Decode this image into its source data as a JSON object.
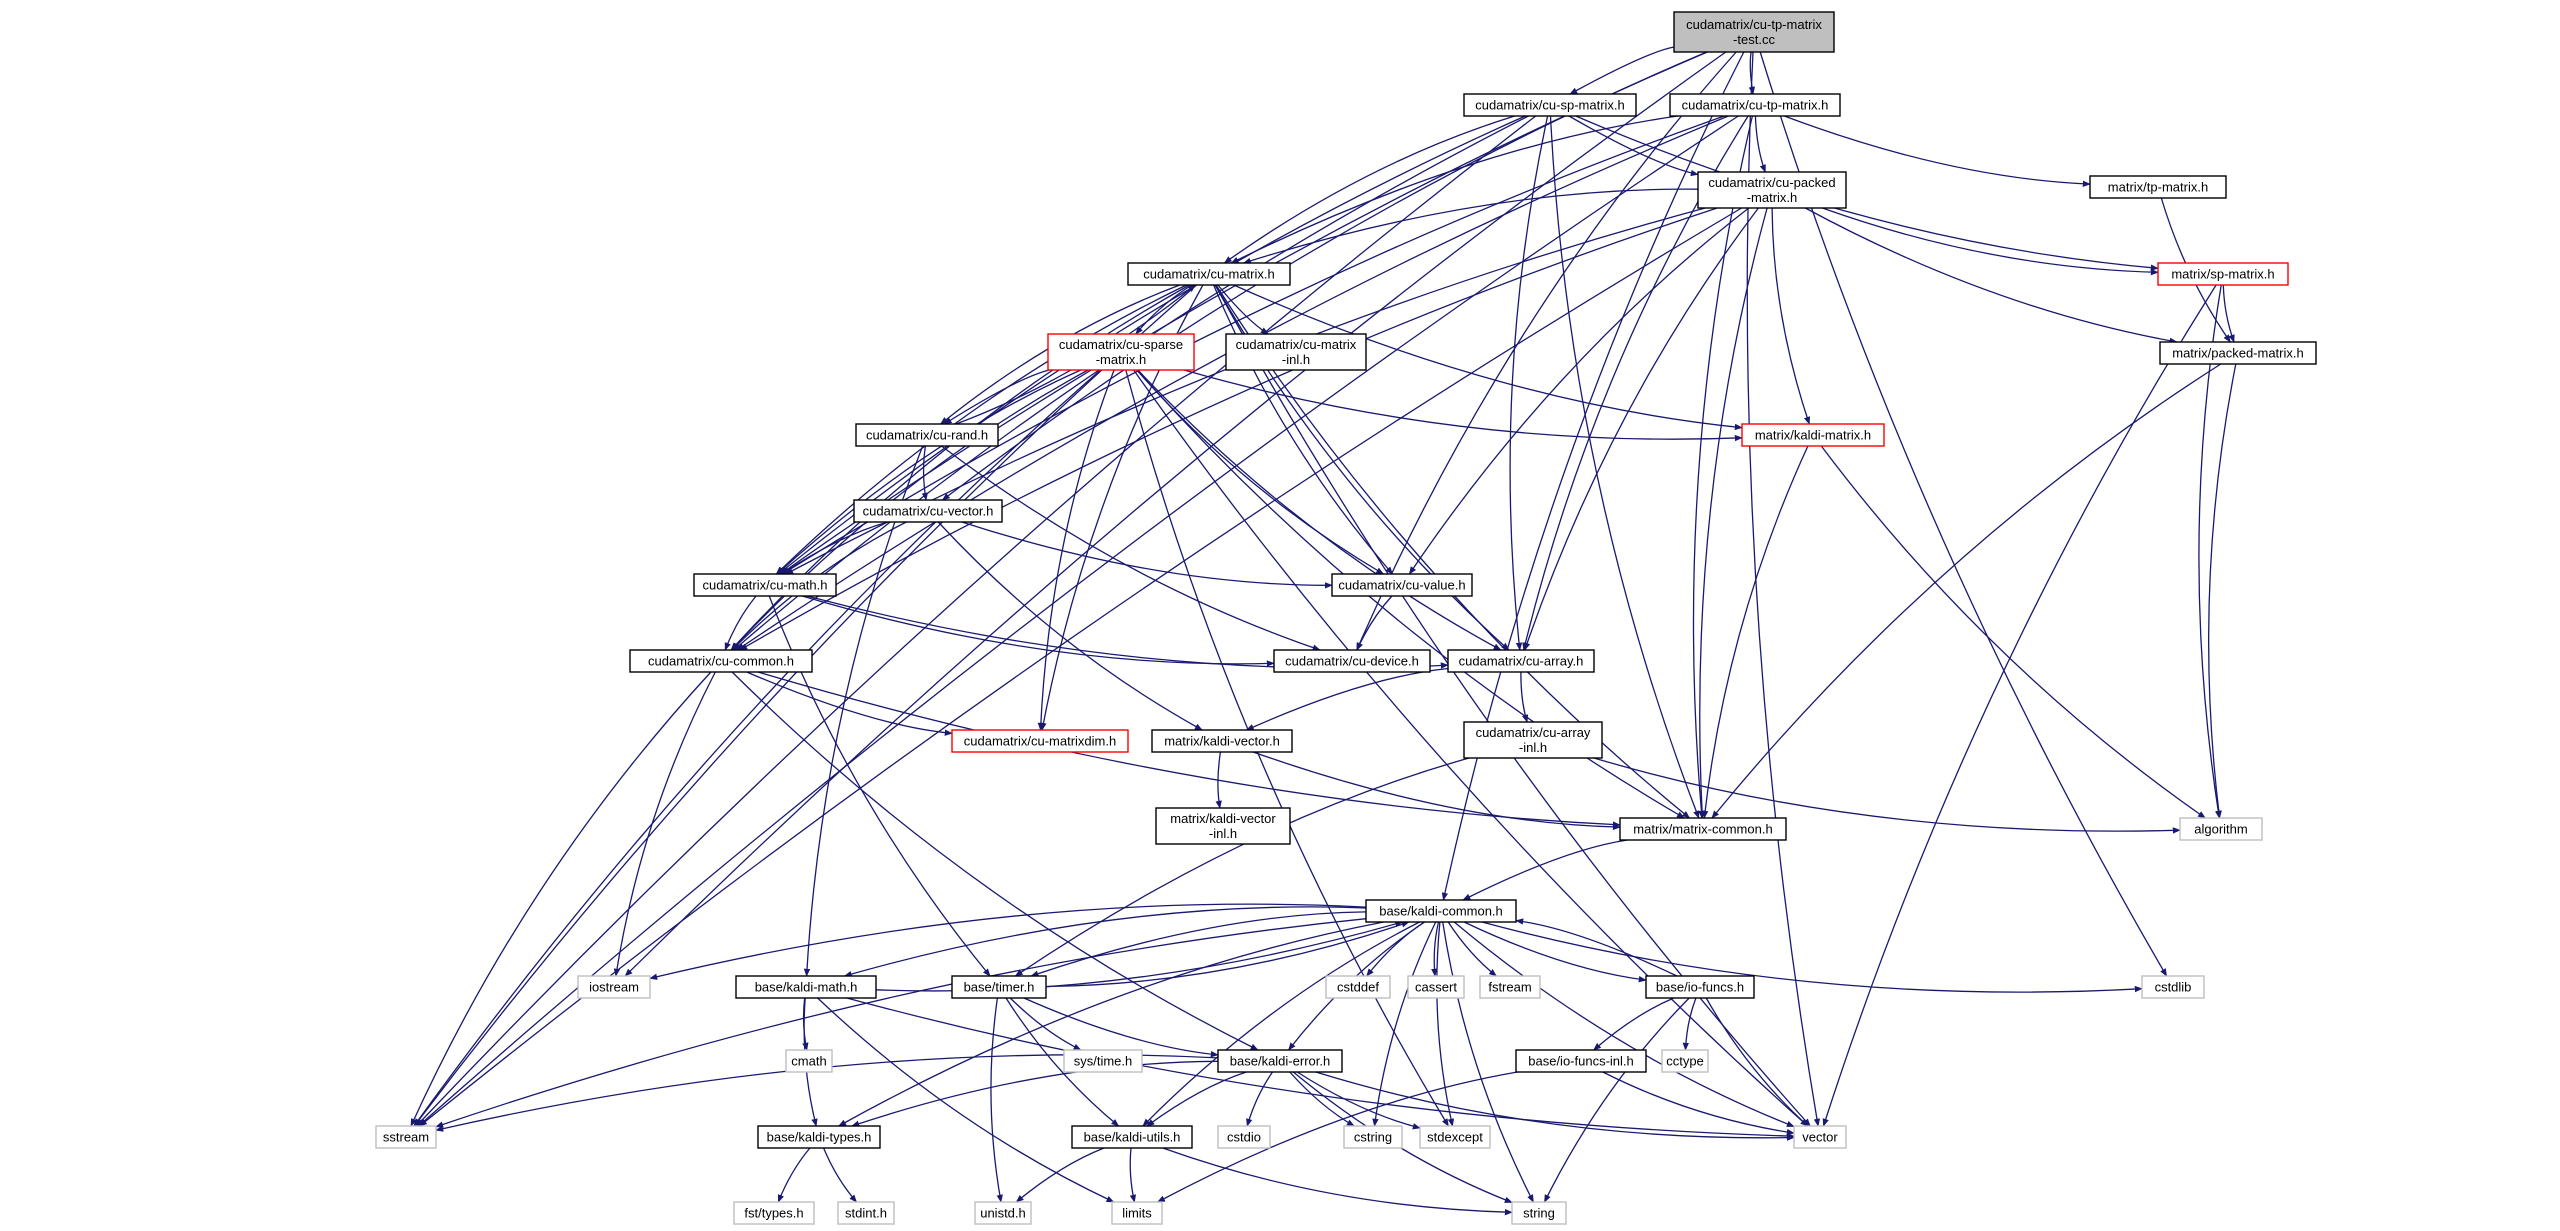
{
  "colors": {
    "edge": "#191970",
    "normal_border": "#000000",
    "missing_border": "#bfbfbf",
    "truncated_border": "#ff0000",
    "root_fill": "#bfbfbf",
    "fill": "#ffffff"
  },
  "nodes": {
    "root": {
      "lines": [
        "cudamatrix/cu-tp-matrix",
        "-test.cc"
      ],
      "kind": "root"
    },
    "cu_sp": {
      "lines": [
        "cudamatrix/cu-sp-matrix.h"
      ],
      "kind": "normal"
    },
    "cu_tp": {
      "lines": [
        "cudamatrix/cu-tp-matrix.h"
      ],
      "kind": "normal"
    },
    "cu_packed": {
      "lines": [
        "cudamatrix/cu-packed",
        "-matrix.h"
      ],
      "kind": "normal"
    },
    "tp_matrix": {
      "lines": [
        "matrix/tp-matrix.h"
      ],
      "kind": "normal"
    },
    "cu_matrix": {
      "lines": [
        "cudamatrix/cu-matrix.h"
      ],
      "kind": "normal"
    },
    "sp_matrix": {
      "lines": [
        "matrix/sp-matrix.h"
      ],
      "kind": "truncated"
    },
    "cu_sparse": {
      "lines": [
        "cudamatrix/cu-sparse",
        "-matrix.h"
      ],
      "kind": "truncated"
    },
    "cu_matrix_inl": {
      "lines": [
        "cudamatrix/cu-matrix",
        "-inl.h"
      ],
      "kind": "normal"
    },
    "packed_matrix": {
      "lines": [
        "matrix/packed-matrix.h"
      ],
      "kind": "normal"
    },
    "cu_rand": {
      "lines": [
        "cudamatrix/cu-rand.h"
      ],
      "kind": "normal"
    },
    "kaldi_matrix": {
      "lines": [
        "matrix/kaldi-matrix.h"
      ],
      "kind": "truncated"
    },
    "cu_vector": {
      "lines": [
        "cudamatrix/cu-vector.h"
      ],
      "kind": "normal"
    },
    "cu_math": {
      "lines": [
        "cudamatrix/cu-math.h"
      ],
      "kind": "normal"
    },
    "cu_value": {
      "lines": [
        "cudamatrix/cu-value.h"
      ],
      "kind": "normal"
    },
    "cu_common": {
      "lines": [
        "cudamatrix/cu-common.h"
      ],
      "kind": "normal"
    },
    "cu_device": {
      "lines": [
        "cudamatrix/cu-device.h"
      ],
      "kind": "normal"
    },
    "cu_array": {
      "lines": [
        "cudamatrix/cu-array.h"
      ],
      "kind": "normal"
    },
    "cu_array_inl": {
      "lines": [
        "cudamatrix/cu-array",
        "-inl.h"
      ],
      "kind": "normal"
    },
    "cu_matrixdim": {
      "lines": [
        "cudamatrix/cu-matrixdim.h"
      ],
      "kind": "truncated"
    },
    "kaldi_vector": {
      "lines": [
        "matrix/kaldi-vector.h"
      ],
      "kind": "normal"
    },
    "kaldi_vector_inl": {
      "lines": [
        "matrix/kaldi-vector",
        "-inl.h"
      ],
      "kind": "normal"
    },
    "matrix_common": {
      "lines": [
        "matrix/matrix-common.h"
      ],
      "kind": "normal"
    },
    "algorithm": {
      "lines": [
        "algorithm"
      ],
      "kind": "missing"
    },
    "kaldi_common": {
      "lines": [
        "base/kaldi-common.h"
      ],
      "kind": "normal"
    },
    "iostream": {
      "lines": [
        "iostream"
      ],
      "kind": "missing"
    },
    "kaldi_math": {
      "lines": [
        "base/kaldi-math.h"
      ],
      "kind": "normal"
    },
    "timer": {
      "lines": [
        "base/timer.h"
      ],
      "kind": "normal"
    },
    "cstddef": {
      "lines": [
        "cstddef"
      ],
      "kind": "missing"
    },
    "cassert": {
      "lines": [
        "cassert"
      ],
      "kind": "missing"
    },
    "fstream": {
      "lines": [
        "fstream"
      ],
      "kind": "missing"
    },
    "io_funcs": {
      "lines": [
        "base/io-funcs.h"
      ],
      "kind": "normal"
    },
    "cstdlib": {
      "lines": [
        "cstdlib"
      ],
      "kind": "missing"
    },
    "cmath": {
      "lines": [
        "cmath"
      ],
      "kind": "missing"
    },
    "sys_time": {
      "lines": [
        "sys/time.h"
      ],
      "kind": "missing"
    },
    "io_funcs_inl": {
      "lines": [
        "base/io-funcs-inl.h"
      ],
      "kind": "normal"
    },
    "cctype": {
      "lines": [
        "cctype"
      ],
      "kind": "missing"
    },
    "kaldi_error": {
      "lines": [
        "base/kaldi-error.h"
      ],
      "kind": "normal"
    },
    "sstream": {
      "lines": [
        "sstream"
      ],
      "kind": "missing"
    },
    "kaldi_types": {
      "lines": [
        "base/kaldi-types.h"
      ],
      "kind": "normal"
    },
    "kaldi_utils": {
      "lines": [
        "base/kaldi-utils.h"
      ],
      "kind": "normal"
    },
    "cstdio": {
      "lines": [
        "cstdio"
      ],
      "kind": "missing"
    },
    "cstring": {
      "lines": [
        "cstring"
      ],
      "kind": "missing"
    },
    "stdexcept": {
      "lines": [
        "stdexcept"
      ],
      "kind": "missing"
    },
    "vector": {
      "lines": [
        "vector"
      ],
      "kind": "missing"
    },
    "fst_types": {
      "lines": [
        "fst/types.h"
      ],
      "kind": "missing"
    },
    "stdint": {
      "lines": [
        "stdint.h"
      ],
      "kind": "missing"
    },
    "unistd": {
      "lines": [
        "unistd.h"
      ],
      "kind": "missing"
    },
    "limits": {
      "lines": [
        "limits"
      ],
      "kind": "missing"
    },
    "string": {
      "lines": [
        "string"
      ],
      "kind": "missing"
    }
  },
  "edges": [
    [
      "root",
      "cu_sp"
    ],
    [
      "root",
      "cu_tp"
    ],
    [
      "root",
      "cu_vector"
    ],
    [
      "root",
      "cu_math"
    ],
    [
      "root",
      "iostream"
    ],
    [
      "root",
      "cu_device"
    ],
    [
      "root",
      "kaldi_common"
    ],
    [
      "root",
      "cstdlib"
    ],
    [
      "root",
      "vector"
    ],
    [
      "cu_sp",
      "cu_packed"
    ],
    [
      "cu_sp",
      "cu_matrix"
    ],
    [
      "cu_sp",
      "cu_array"
    ],
    [
      "cu_sp",
      "matrix_common"
    ],
    [
      "cu_sp",
      "sp_matrix"
    ],
    [
      "cu_sp",
      "cu_math"
    ],
    [
      "cu_sp",
      "cu_common"
    ],
    [
      "cu_sp",
      "sstream"
    ],
    [
      "cu_tp",
      "cu_packed"
    ],
    [
      "cu_tp",
      "tp_matrix"
    ],
    [
      "cu_tp",
      "cu_matrix"
    ],
    [
      "cu_tp",
      "cu_math"
    ],
    [
      "cu_tp",
      "cu_array"
    ],
    [
      "cu_tp",
      "matrix_common"
    ],
    [
      "cu_tp",
      "cu_common"
    ],
    [
      "cu_tp",
      "sstream"
    ],
    [
      "cu_packed",
      "cu_matrix"
    ],
    [
      "cu_packed",
      "sp_matrix"
    ],
    [
      "cu_packed",
      "packed_matrix"
    ],
    [
      "cu_packed",
      "kaldi_matrix"
    ],
    [
      "cu_packed",
      "cu_array"
    ],
    [
      "cu_packed",
      "matrix_common"
    ],
    [
      "cu_packed",
      "cu_value"
    ],
    [
      "cu_packed",
      "cu_math"
    ],
    [
      "cu_packed",
      "cu_common"
    ],
    [
      "cu_packed",
      "sstream"
    ],
    [
      "tp_matrix",
      "packed_matrix"
    ],
    [
      "sp_matrix",
      "packed_matrix"
    ],
    [
      "sp_matrix",
      "algorithm"
    ],
    [
      "sp_matrix",
      "vector"
    ],
    [
      "packed_matrix",
      "matrix_common"
    ],
    [
      "packed_matrix",
      "algorithm"
    ],
    [
      "cu_matrix",
      "cu_sparse"
    ],
    [
      "cu_matrix",
      "cu_matrix_inl"
    ],
    [
      "cu_matrix",
      "cu_rand"
    ],
    [
      "cu_matrix",
      "kaldi_matrix"
    ],
    [
      "cu_matrix",
      "cu_value"
    ],
    [
      "cu_matrix",
      "cu_array"
    ],
    [
      "cu_matrix",
      "matrix_common"
    ],
    [
      "cu_matrix",
      "cu_math"
    ],
    [
      "cu_matrix",
      "cu_common"
    ],
    [
      "cu_matrix",
      "cu_matrixdim"
    ],
    [
      "cu_matrix",
      "vector"
    ],
    [
      "cu_matrix",
      "sstream"
    ],
    [
      "cu_sparse",
      "cu_rand"
    ],
    [
      "cu_sparse",
      "kaldi_matrix"
    ],
    [
      "cu_sparse",
      "cu_value"
    ],
    [
      "cu_sparse",
      "cu_array"
    ],
    [
      "cu_sparse",
      "matrix_common"
    ],
    [
      "cu_sparse",
      "cu_math"
    ],
    [
      "cu_sparse",
      "cu_common"
    ],
    [
      "cu_sparse",
      "cu_matrixdim"
    ],
    [
      "cu_sparse",
      "vector"
    ],
    [
      "cu_sparse",
      "stdexcept"
    ],
    [
      "cu_sparse",
      "sstream"
    ],
    [
      "cu_rand",
      "cu_matrix"
    ],
    [
      "cu_rand",
      "cu_vector"
    ],
    [
      "cu_rand",
      "cu_device"
    ],
    [
      "cu_rand",
      "kaldi_math"
    ],
    [
      "cu_vector",
      "cu_math"
    ],
    [
      "cu_vector",
      "cu_value"
    ],
    [
      "cu_vector",
      "cu_common"
    ],
    [
      "cu_vector",
      "kaldi_vector"
    ],
    [
      "kaldi_matrix",
      "matrix_common"
    ],
    [
      "kaldi_matrix",
      "algorithm"
    ],
    [
      "cu_math",
      "cu_common"
    ],
    [
      "cu_math",
      "cu_array"
    ],
    [
      "cu_math",
      "cu_device"
    ],
    [
      "cu_math",
      "timer"
    ],
    [
      "cu_value",
      "cu_device"
    ],
    [
      "cu_common",
      "cu_matrixdim"
    ],
    [
      "cu_common",
      "matrix_common"
    ],
    [
      "cu_common",
      "kaldi_error"
    ],
    [
      "cu_common",
      "iostream"
    ],
    [
      "cu_common",
      "sstream"
    ],
    [
      "cu_array",
      "cu_array_inl"
    ],
    [
      "cu_array",
      "kaldi_vector"
    ],
    [
      "cu_array_inl",
      "algorithm"
    ],
    [
      "cu_array_inl",
      "timer"
    ],
    [
      "kaldi_vector",
      "kaldi_vector_inl"
    ],
    [
      "kaldi_vector",
      "matrix_common"
    ],
    [
      "matrix_common",
      "kaldi_common"
    ],
    [
      "kaldi_common",
      "iostream"
    ],
    [
      "kaldi_common",
      "kaldi_math"
    ],
    [
      "kaldi_common",
      "timer"
    ],
    [
      "kaldi_common",
      "cstddef"
    ],
    [
      "kaldi_common",
      "cassert"
    ],
    [
      "kaldi_common",
      "fstream"
    ],
    [
      "kaldi_common",
      "io_funcs"
    ],
    [
      "kaldi_common",
      "cstdlib"
    ],
    [
      "kaldi_common",
      "kaldi_error"
    ],
    [
      "kaldi_common",
      "kaldi_types"
    ],
    [
      "kaldi_common",
      "kaldi_utils"
    ],
    [
      "kaldi_common",
      "cstring"
    ],
    [
      "kaldi_common",
      "stdexcept"
    ],
    [
      "kaldi_common",
      "vector"
    ],
    [
      "kaldi_common",
      "string"
    ],
    [
      "kaldi_common",
      "sstream"
    ],
    [
      "kaldi_math",
      "kaldi_common"
    ],
    [
      "kaldi_math",
      "cmath"
    ],
    [
      "kaldi_math",
      "kaldi_types"
    ],
    [
      "kaldi_math",
      "limits"
    ],
    [
      "kaldi_math",
      "vector"
    ],
    [
      "timer",
      "kaldi_common"
    ],
    [
      "timer",
      "sys_time"
    ],
    [
      "timer",
      "kaldi_error"
    ],
    [
      "timer",
      "kaldi_utils"
    ],
    [
      "timer",
      "unistd"
    ],
    [
      "io_funcs",
      "kaldi_common"
    ],
    [
      "io_funcs",
      "io_funcs_inl"
    ],
    [
      "io_funcs",
      "cctype"
    ],
    [
      "io_funcs",
      "vector"
    ],
    [
      "io_funcs",
      "string"
    ],
    [
      "io_funcs_inl",
      "limits"
    ],
    [
      "io_funcs_inl",
      "vector"
    ],
    [
      "kaldi_error",
      "kaldi_types"
    ],
    [
      "kaldi_error",
      "kaldi_utils"
    ],
    [
      "kaldi_error",
      "cstdio"
    ],
    [
      "kaldi_error",
      "cstring"
    ],
    [
      "kaldi_error",
      "stdexcept"
    ],
    [
      "kaldi_error",
      "vector"
    ],
    [
      "kaldi_error",
      "string"
    ],
    [
      "kaldi_error",
      "sstream"
    ],
    [
      "kaldi_types",
      "fst_types"
    ],
    [
      "kaldi_types",
      "stdint"
    ],
    [
      "kaldi_utils",
      "limits"
    ],
    [
      "kaldi_utils",
      "string"
    ],
    [
      "kaldi_utils",
      "unistd"
    ]
  ]
}
